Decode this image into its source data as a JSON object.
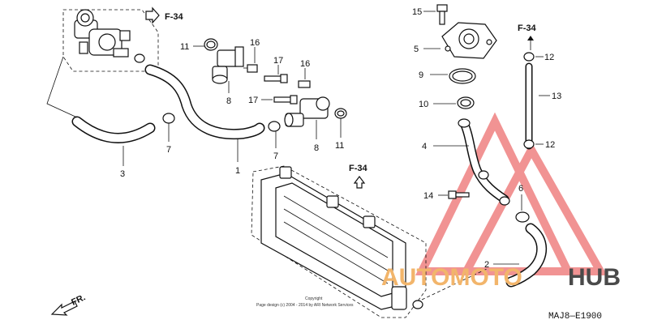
{
  "references": {
    "f34_top": "F-34",
    "f34_right": "F-34",
    "f34_mid": "F-34",
    "front": "FR."
  },
  "callouts": {
    "c1": "1",
    "c2": "2",
    "c3": "3",
    "c4": "4",
    "c5": "5",
    "c6": "6",
    "c7a": "7",
    "c7b": "7",
    "c8a": "8",
    "c8b": "8",
    "c9": "9",
    "c10": "10",
    "c11a": "11",
    "c11b": "11",
    "c12a": "12",
    "c12b": "12",
    "c13": "13",
    "c14": "14",
    "c15": "15",
    "c16a": "16",
    "c16b": "16",
    "c17a": "17",
    "c17b": "17"
  },
  "copyright": {
    "line1": "Copyright",
    "line2": "Page design (c) 2004 - 2014 by ARI Network Services"
  },
  "diagram_code": "MAJ8—E1900",
  "watermark": {
    "part1": "AUTOMOTO",
    "part2": "HUB",
    "color_primary": "#f2b56b",
    "color_secondary": "#4a4a4a",
    "triangle_color": "#e63c3c"
  }
}
